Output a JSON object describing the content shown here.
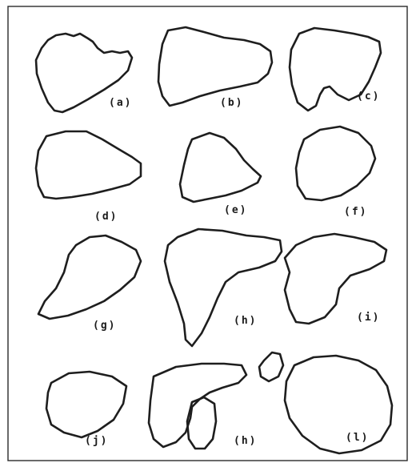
{
  "figure": {
    "panels": [
      {
        "id": "a",
        "label": "(a)"
      },
      {
        "id": "b",
        "label": "(b)"
      },
      {
        "id": "c",
        "label": "(c)"
      },
      {
        "id": "d",
        "label": "(d)"
      },
      {
        "id": "e",
        "label": "(e)"
      },
      {
        "id": "f",
        "label": "(f)"
      },
      {
        "id": "g",
        "label": "(g)"
      },
      {
        "id": "h",
        "label": "(h)"
      },
      {
        "id": "i",
        "label": "(i)"
      },
      {
        "id": "j",
        "label": "(j)"
      },
      {
        "id": "k",
        "label": "(h)"
      },
      {
        "id": "l",
        "label": "(l)"
      }
    ]
  }
}
